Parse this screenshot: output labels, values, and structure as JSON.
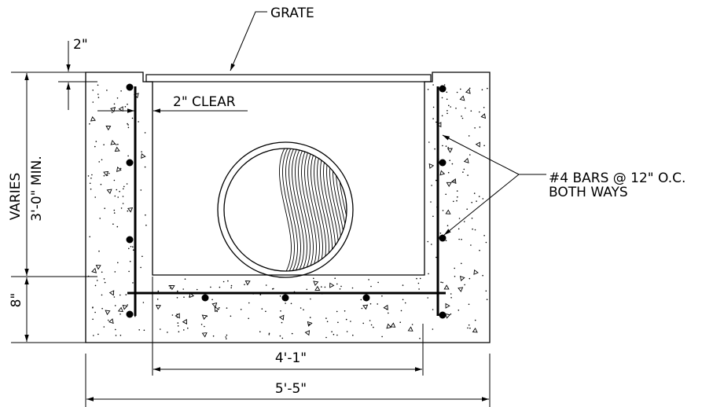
{
  "labels": {
    "grate": "GRATE",
    "clear": "2\" CLEAR",
    "top_cover": "2\"",
    "bars_line1": "#4 BARS @ 12\" O.C.",
    "bars_line2": "BOTH WAYS",
    "varies": "VARIES",
    "min_height": "3'-0\" MIN.",
    "slab": "8\"",
    "inner_width": "4'-1\"",
    "outer_width": "5'-5\""
  },
  "colors": {
    "line": "#000000",
    "background": "#ffffff"
  }
}
